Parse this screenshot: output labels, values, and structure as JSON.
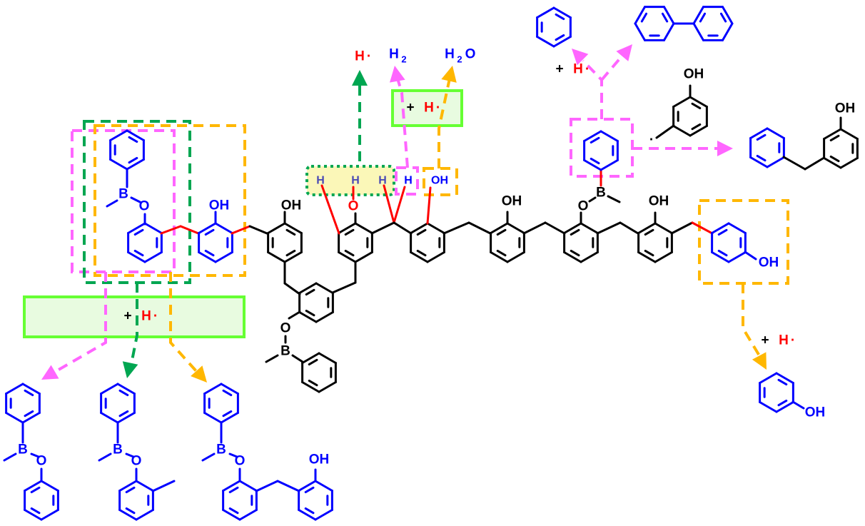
{
  "colors": {
    "bond_black": "#000000",
    "bond_blue": "#0000ff",
    "bond_red": "#ff0000",
    "path_pink": "#ff66ff",
    "path_green": "#00a651",
    "path_orange": "#ffb700",
    "box_green_stroke": "#66ff33",
    "box_green_fill": "#e8fbe0",
    "box_yellow_fill": "#fbf7b8",
    "h_label": "#4b4bb4"
  },
  "labels": {
    "oh": "OH",
    "o": "O",
    "b": "B",
    "h": "H",
    "h_radical": "H",
    "dot": "·",
    "plus": "+",
    "h2_main": "H",
    "h2_sub": "2",
    "h2o_h": "H",
    "h2o_sub": "2",
    "h2o_o": "O"
  },
  "products": {
    "top_left_benzene": "benzene",
    "top_biphenyl": "biphenyl",
    "m_cresol_radical": "3-hydroxybenzyl radical",
    "benzyl_phenol": "3-benzylphenol",
    "phenol": "phenol",
    "bottom_1": "phenyl(methyl)borinic phenyl ester",
    "bottom_2": "phenyl(methyl)borinic o-cresyl ester",
    "bottom_3": "borinic ester of 2,2'-methylenediphenol"
  },
  "annotations": {
    "green_box_left": {
      "plus": "+",
      "species": "H",
      "dot": "·"
    },
    "green_box_top": {
      "plus": "+",
      "species": "H",
      "dot": "·"
    },
    "top_h_radical": {
      "species": "H",
      "dot": "·"
    },
    "benzene_plus": {
      "plus": "+",
      "species": "H",
      "dot": "·"
    },
    "phenol_plus": {
      "plus": "+",
      "species": "H",
      "dot": "·"
    }
  },
  "h_atoms": [
    "H",
    "H",
    "H",
    "H"
  ],
  "oh_boxed": "OH"
}
